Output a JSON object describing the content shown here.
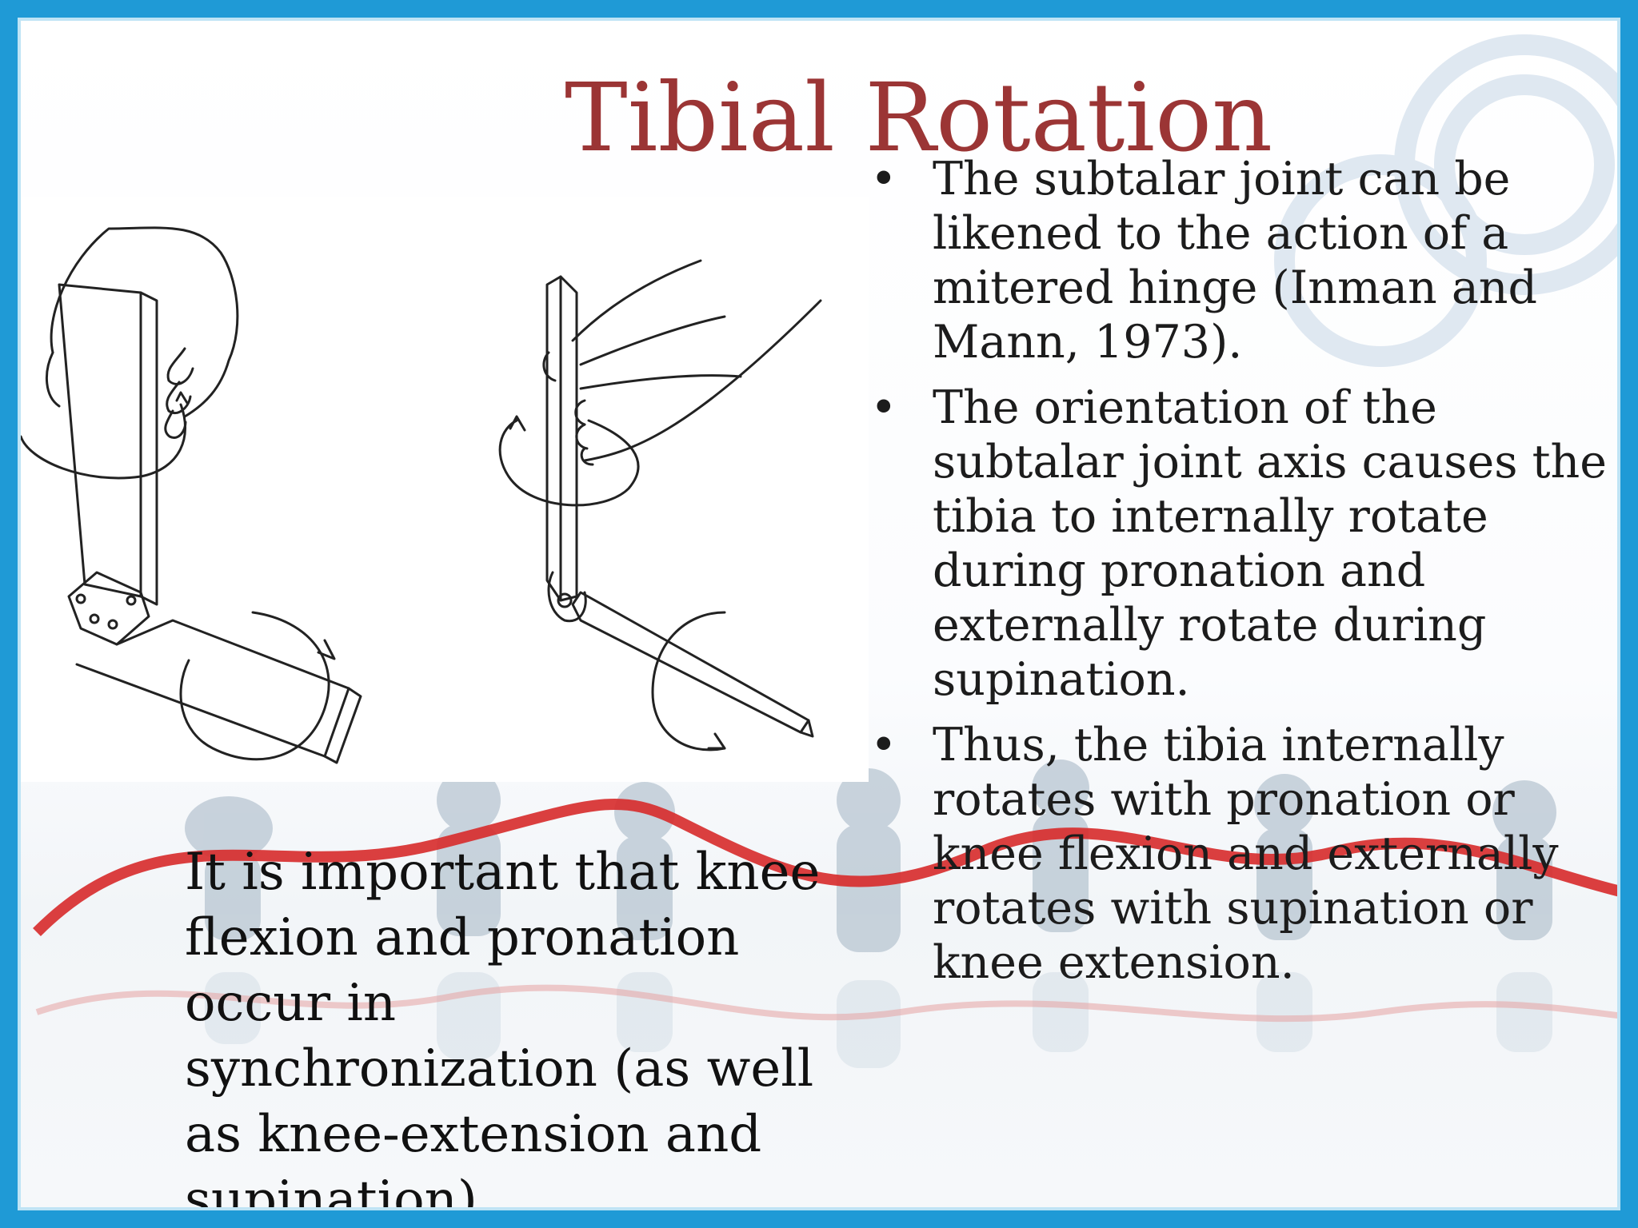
{
  "slide": {
    "title": "Tibial Rotation",
    "title_color": "#9b3535",
    "frame_color": "#1f9ad6",
    "bullets": [
      {
        "text": "The subtalar joint can be likened to the action of a mitered hinge (Inman and Mann, 1973)."
      },
      {
        "text": "The orientation of the subtalar joint axis causes the tibia to internally rotate during pronation and externally rotate during supination."
      },
      {
        "text": "Thus, the tibia internally rotates with pronation or knee flexion and externally rotates with supination or knee extension."
      }
    ],
    "bullet_symbol": "•",
    "note": "It is important that knee flexion and pronation occur in synchronization (as well as knee-extension and supination).",
    "figure": {
      "description_icons": [
        "hand-icon",
        "mitered-hinge-icon",
        "rotation-arrow-icon"
      ]
    }
  }
}
